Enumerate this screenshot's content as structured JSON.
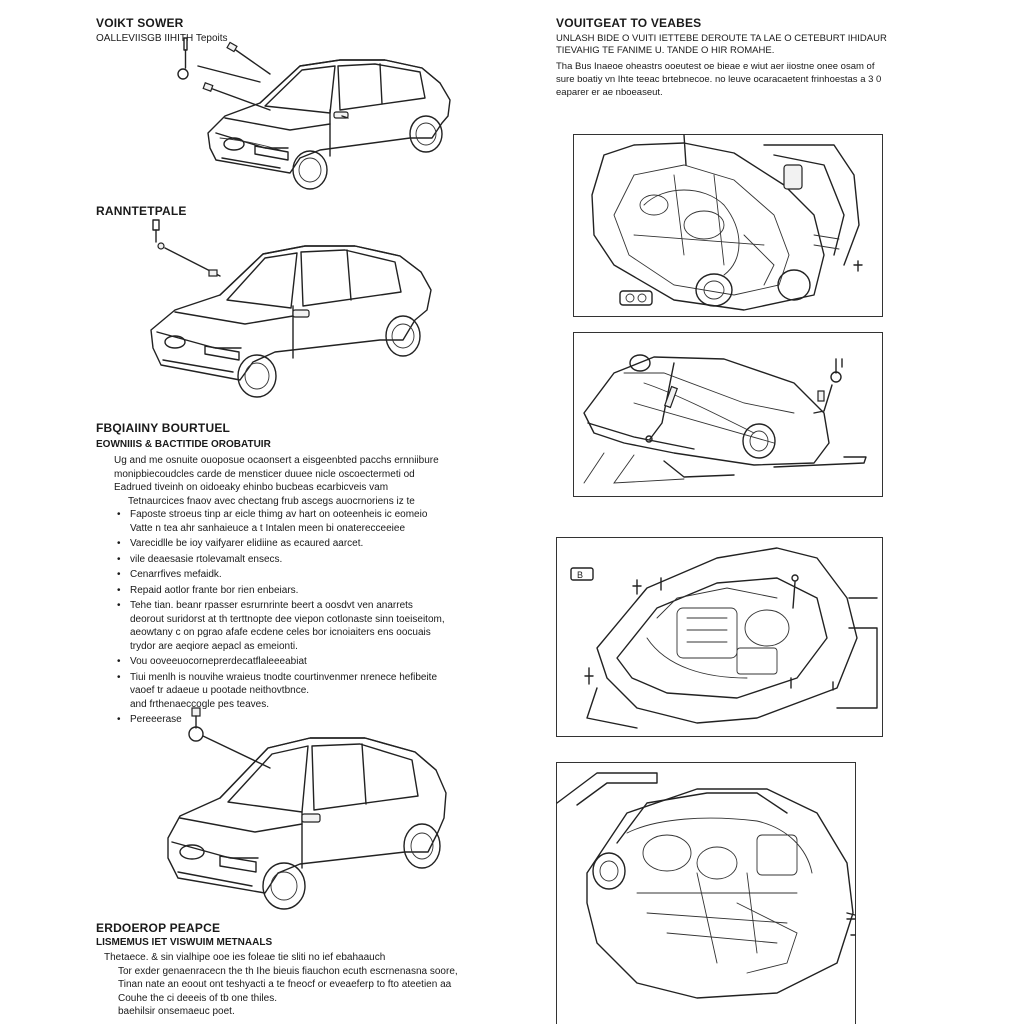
{
  "left_column": {
    "section1": {
      "title": "VOIKT SOWER",
      "subtitle": "OALLEVIISGB IIHITH Tepoits"
    },
    "section2": {
      "title": "RANNTETPALE"
    },
    "section3": {
      "title": "FBQIAIINY BOURTUEL",
      "subtitle": "EOWNIIIS & BACTITIDE OROBATUIR",
      "intro_lines": [
        "Ug and me osnuite ouoposue ocaonsert a eisgeenbted pacchs ernniibure",
        "monipbiecoudcles carde de mensticer duuee nicle oscoectermeti od",
        "Eadrued tiveinh on oidoeaky ehinbo bucbeas ecarbicveis vam",
        "Tetnaurcices fnaov avec chectang frub ascegs auocrnoriens iz te"
      ],
      "bullets": [
        [
          "Faposte stroeus tinp ar eicle thimg av hart on ooteenheis ic eomeio",
          "Vatte n tea ahr sanhaieuce a t Intalen meen bi onaterecceeiee"
        ],
        [
          "Varecidlle be ioy vaifyarer elidiine as ecaured aarcet."
        ],
        [
          "vile deaesasie rtolevamalt ensecs."
        ],
        [
          "Cenarrfives mefaidk."
        ],
        [
          "Repaid aotlor frante bor rien enbeiars."
        ],
        [
          "Tehe tian. beanr rpasser esrurnrinte beert a oosdvt ven anarrets",
          "deorout suridorst at th terttnopte dee viepon cotlonaste sinn toeiseitom,",
          "aeowtany c on pgrao afafe ecdene celes bor icnoiaiters ens oocuais",
          "trydor are aeqiore aepacl as emeionti."
        ],
        [
          "Vou ooveeuocorneprerdecatflaleeeabiat"
        ],
        [
          "Tiui menlh is nouvihe wraieus tnodte courtinvenmer nrenece hefibeite",
          "vaoef tr adaeue u pootade neithovtbnce.",
          "and frthenaeccogle pes teaves."
        ],
        [
          "Pereeerase"
        ]
      ]
    },
    "section4": {
      "title": "ERDOEROP PEAPCE",
      "subtitle": "LISMEMUS IET VISWUIM METNAALS",
      "lines": [
        "Thetaece. & sin vialhipe ooe ies foleae tie sliti no ief ebahaauch",
        "Tor exder genaenracecn the th Ihe bieuis fiauchon ecuth escrnenasna soore,",
        "Tinan nate an eoout ont teshyacti a te fneocf or eveaeferp to fto ateetien aa",
        "Couhe the ci deeeis of tb one thiles.",
        "baehilsir onsemaeuc poet."
      ]
    }
  },
  "right_column": {
    "title": "VOUITGEAT TO VEABES",
    "header_lines": [
      "UNLASH BIDE O VUITI IETTEBE DEROUTE TA LAE O CETEBURT IHIDAUR",
      "TIEVAHIG TE FANIME U. TANDE O HIR ROMAHE."
    ],
    "para_lines": [
      "Tha Bus Inaeoe oheastrs ooeutest oe bieae e wiut aer iiostne onee osam of",
      "sure boatiy vn Ihte teeac brtebnecoe. no leuve ocaracaetent frinhoestas a 3 0",
      "eaparer er ae nboeaseut."
    ],
    "panel_labels": [
      "B"
    ]
  }
}
